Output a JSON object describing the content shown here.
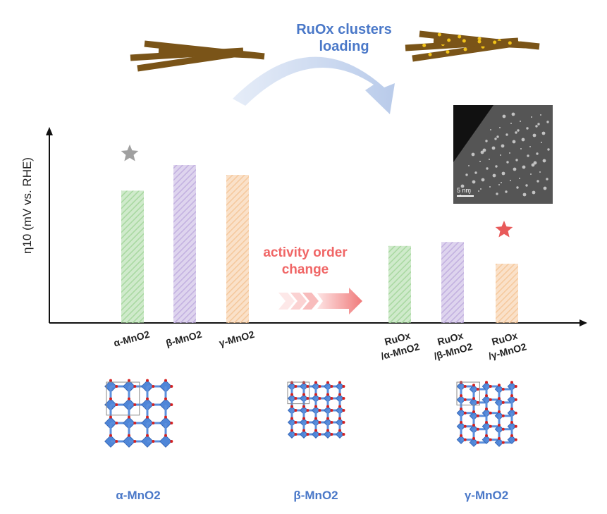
{
  "top": {
    "loading_label_line1": "RuOx clusters",
    "loading_label_line2": "loading",
    "tem_scale_label": "5 nm"
  },
  "middle": {
    "activity_label_line1": "activity order",
    "activity_label_line2": "change"
  },
  "chart_data": {
    "type": "bar",
    "title": "",
    "ylabel": "η10 (mV vs. RHE)",
    "xlabel": "",
    "ylim": [
      0,
      100
    ],
    "categories": [
      "α-MnO2",
      "β-MnO2",
      "γ-MnO2",
      "RuOx/α-MnO2",
      "RuOx/β-MnO2",
      "RuOx/γ-MnO2"
    ],
    "category_lines": [
      [
        "α-MnO2"
      ],
      [
        "β-MnO2"
      ],
      [
        "γ-MnO2"
      ],
      [
        "RuOx",
        "/α-MnO2"
      ],
      [
        "RuOx",
        "/β-MnO2"
      ],
      [
        "RuOx",
        "/γ-MnO2"
      ]
    ],
    "values": [
      67,
      80,
      75,
      39,
      41,
      30
    ],
    "colors": [
      "#a8d8a0",
      "#c2b0e0",
      "#f5c89c",
      "#a8d8a0",
      "#c2b0e0",
      "#f5c89c"
    ],
    "best_markers": [
      {
        "category": "α-MnO2",
        "color": "#a0a0a0"
      },
      {
        "category": "RuOx/γ-MnO2",
        "color": "#e85a5a"
      }
    ]
  },
  "structures": [
    {
      "label": "α-MnO2"
    },
    {
      "label": "β-MnO2"
    },
    {
      "label": "γ-MnO2"
    }
  ],
  "colors": {
    "accent_blue": "#4a78c8",
    "accent_red": "#f06666",
    "rod": "#7a5418",
    "cluster": "#f2c318"
  }
}
